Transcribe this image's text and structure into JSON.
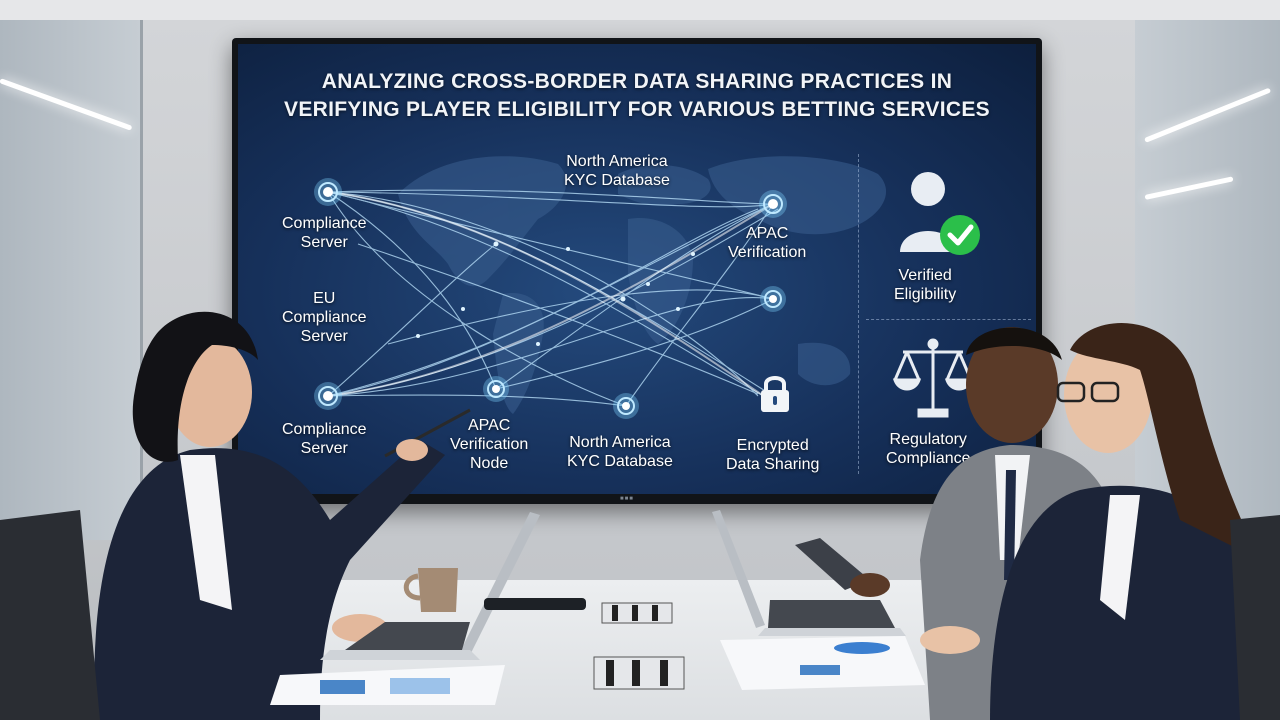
{
  "screen": {
    "title_line1": "ANALYZING CROSS-BORDER DATA SHARING PRACTICES IN",
    "title_line2": "VERIFYING PLAYER ELIGIBILITY FOR VARIOUS BETTING SERVICES"
  },
  "map_labels": {
    "na_top_1": "North America",
    "na_top_2": "KYC Database",
    "compliance_top_1": "Compliance",
    "compliance_top_2": "Server",
    "apac_top_1": "APAC",
    "apac_top_2": "Verification",
    "eu_1": "EU",
    "eu_2": "Compliance",
    "eu_3": "Server",
    "compliance_bottom_1": "Compliance",
    "compliance_bottom_2": "Server",
    "apac_bottom_1": "APAC",
    "apac_bottom_2": "Verification",
    "apac_bottom_3": "Node",
    "na_bottom_1": "North America",
    "na_bottom_2": "KYC Database",
    "encrypted_1": "Encrypted",
    "encrypted_2": "Data Sharing"
  },
  "side_panel": {
    "verified_1": "Verified",
    "verified_2": "Eligibility",
    "regulatory_1": "Regulatory",
    "regulatory_2": "Compliance"
  },
  "icons": [
    "user-check-icon",
    "lock-icon",
    "scales-icon"
  ],
  "colors": {
    "screen_bg": "#16305a",
    "node_glow": "#7fd4ff",
    "check_green": "#2bbf4a"
  }
}
